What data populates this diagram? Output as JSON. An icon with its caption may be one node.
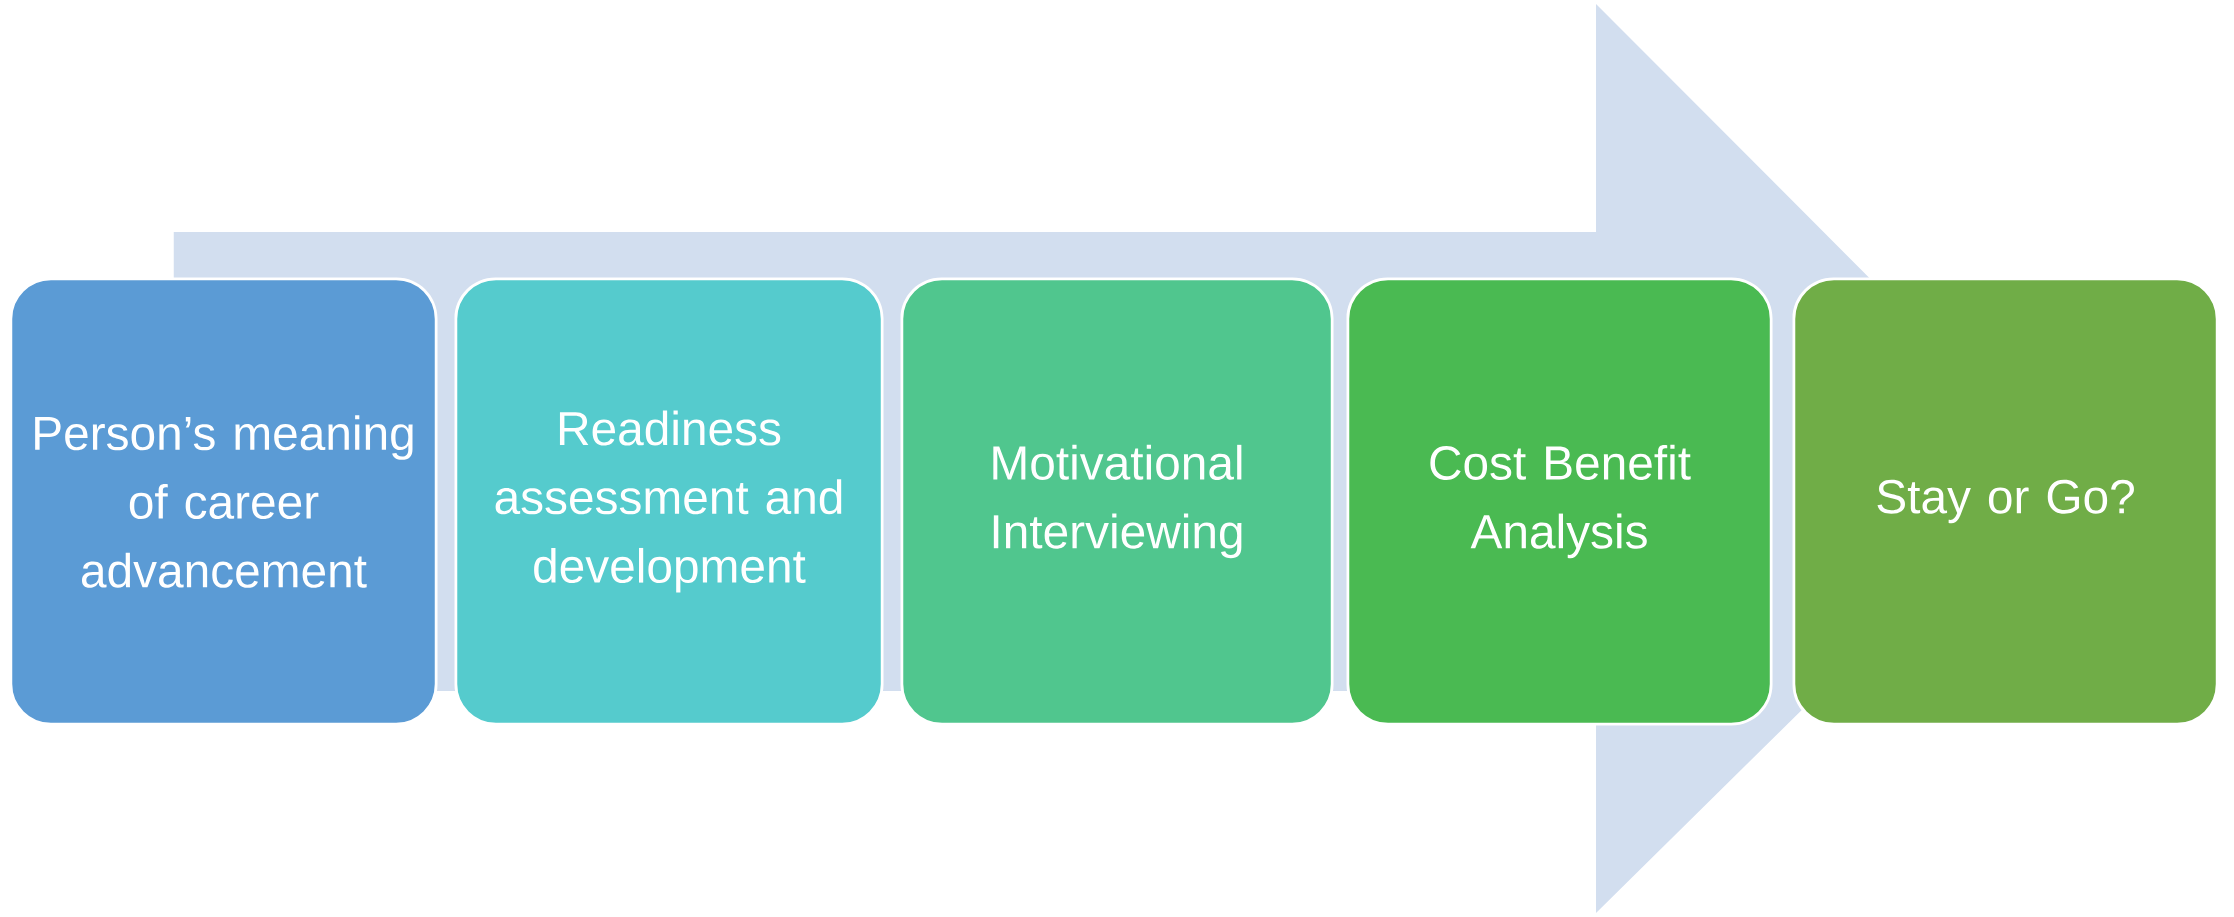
{
  "diagram": {
    "nodes": [
      {
        "text": [
          "Person’s meaning of career advancement"
        ]
      },
      {
        "text": [
          "Readiness assessment and development"
        ]
      },
      {
        "text": [
          "Motivational Interviewing"
        ]
      },
      {
        "text": [
          "Cost Benefit Analysis"
        ]
      },
      {
        "text": [
          "Stay or Go?"
        ]
      }
    ],
    "edges": [
      {
        "from": 0,
        "to": 4,
        "arrow": "to"
      }
    ]
  }
}
